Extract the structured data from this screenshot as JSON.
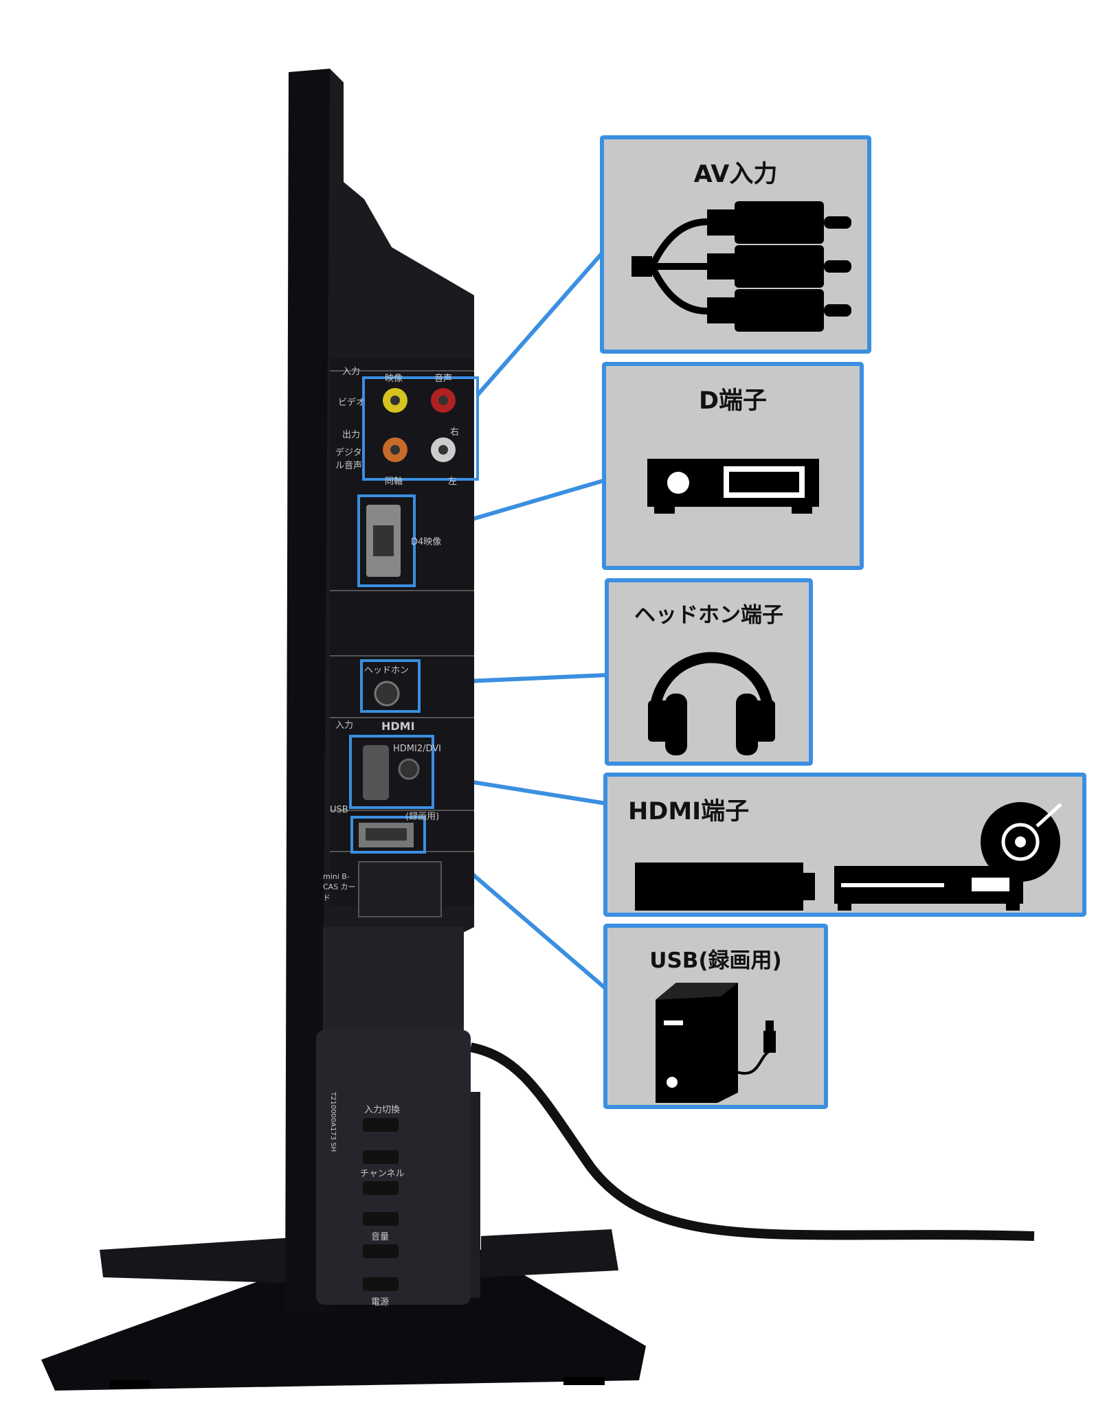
{
  "callouts": [
    {
      "id": "av",
      "title": "AV入力",
      "icon": "rca-cable-icon"
    },
    {
      "id": "d",
      "title": "D端子",
      "icon": "player-device-icon"
    },
    {
      "id": "hp",
      "title": "ヘッドホン端子",
      "icon": "headphones-icon"
    },
    {
      "id": "hdmi",
      "title": "HDMI端子",
      "icon": "disc-recorder-icon"
    },
    {
      "id": "usb",
      "title": "USB(録画用)",
      "icon": "usb-hdd-icon"
    }
  ],
  "tv_labels": {
    "input1": "入力",
    "video": "映像",
    "audio": "音声",
    "video_in": "ビデオ",
    "right": "右",
    "output": "出力",
    "digital_audio": "デジタル音声",
    "coax": "同軸",
    "left": "左",
    "d4": "D4映像",
    "headphone": "ヘッドホン",
    "input2": "入力",
    "hdmi_logo": "HDMI",
    "hdmi_port": "HDMI2/DVI",
    "usb": "USB",
    "usb_rec": "(録画用)",
    "bcas": "mini B-CAS カード",
    "serial": "T210000A173 SH",
    "input_switch": "入力切換",
    "channel": "チャンネル",
    "volume": "音量",
    "power": "電源"
  },
  "colors": {
    "accent": "#3b8fe0",
    "panel": "#c8c8c8",
    "tv_body": "#1a1a1f"
  }
}
